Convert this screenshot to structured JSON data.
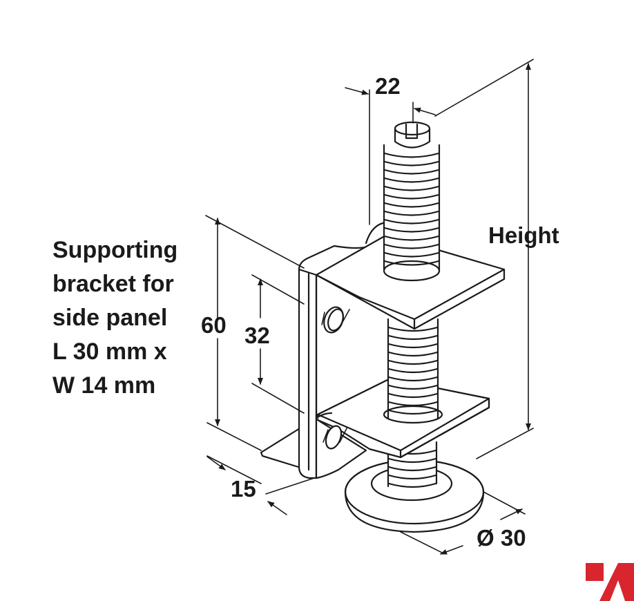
{
  "description": {
    "lines": [
      "Supporting",
      "bracket for",
      "side panel",
      "L 30 mm x",
      "W 14 mm"
    ]
  },
  "dimensions": {
    "thread_diameter": "22",
    "height": "Height",
    "bracket_height": "60",
    "hole_spacing": "32",
    "flange_width": "15",
    "foot_diameter": "Ø 30"
  },
  "colors": {
    "line": "#1a1a1a",
    "brand": "#d9252e"
  },
  "icons": {
    "brand_mark": "brand-logo-icon"
  }
}
